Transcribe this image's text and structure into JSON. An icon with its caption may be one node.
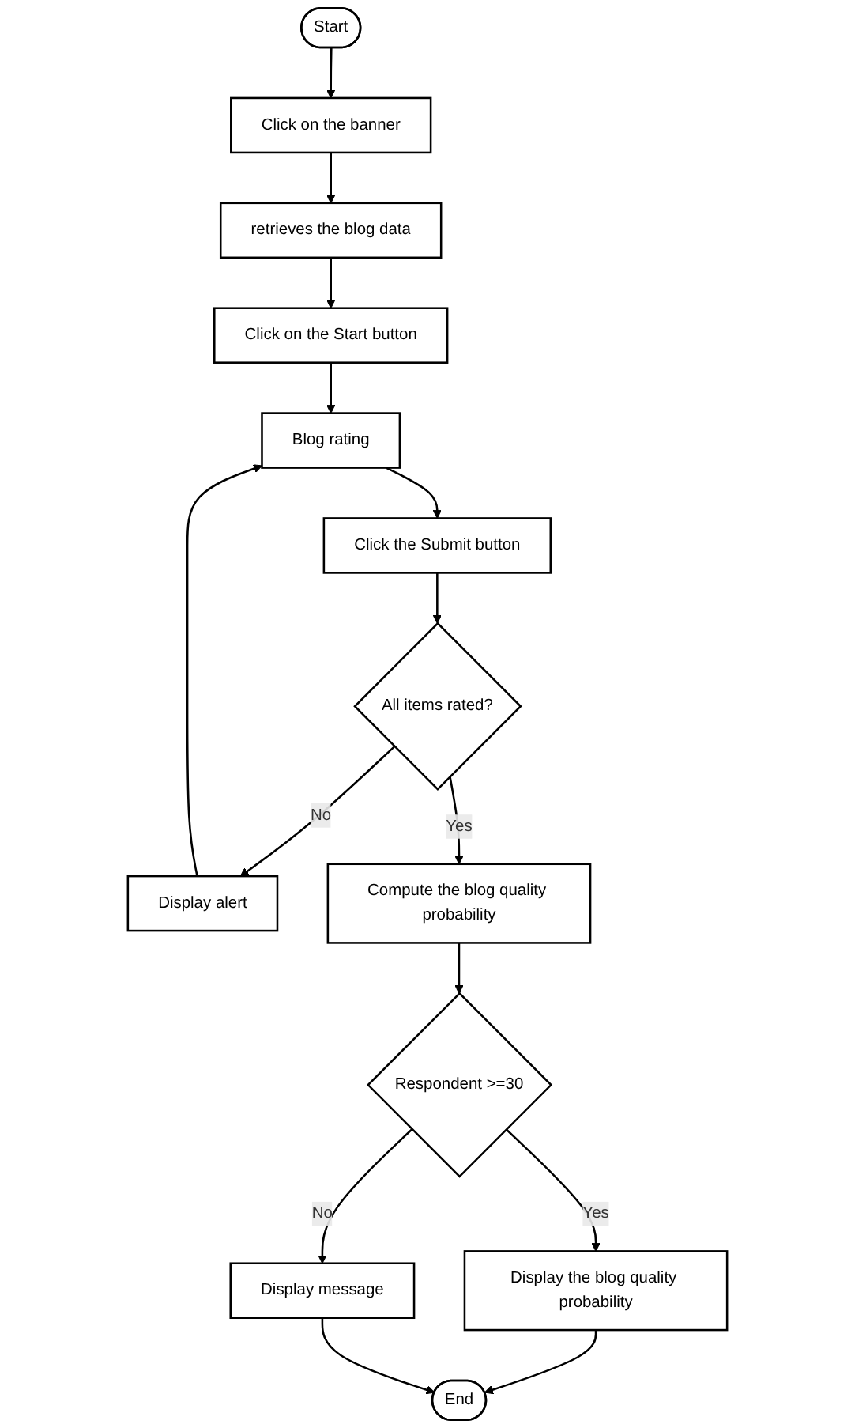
{
  "diagram": {
    "nodes": [
      {
        "text": [
          "Start"
        ]
      },
      {
        "text": [
          "Click on the banner"
        ]
      },
      {
        "text": [
          "retrieves the blog data"
        ]
      },
      {
        "text": [
          "Click on the Start button"
        ]
      },
      {
        "text": [
          "Blog rating"
        ]
      },
      {
        "text": [
          "Click the Submit button"
        ]
      },
      {
        "text": [
          "All items rated?"
        ]
      },
      {
        "text": [
          "Display alert"
        ]
      },
      {
        "text": [
          "Compute the blog quality probability"
        ]
      },
      {
        "text": [
          "Respondent >=30"
        ]
      },
      {
        "text": [
          "Display message"
        ]
      },
      {
        "text": [
          "Display the blog quality probability"
        ]
      },
      {
        "text": [
          "End"
        ]
      }
    ],
    "edges": [
      {
        "from": 0,
        "to": 1,
        "arrow": "to"
      },
      {
        "from": 1,
        "to": 2,
        "arrow": "to"
      },
      {
        "from": 2,
        "to": 3,
        "arrow": "to"
      },
      {
        "from": 3,
        "to": 4,
        "arrow": "to"
      },
      {
        "from": 4,
        "to": 5,
        "arrow": "to"
      },
      {
        "from": 5,
        "to": 6,
        "arrow": "to"
      },
      {
        "from": 6,
        "to": 7,
        "arrow": "to",
        "label": "No"
      },
      {
        "from": 7,
        "to": 4,
        "arrow": "to"
      },
      {
        "from": 6,
        "to": 8,
        "arrow": "to",
        "label": "Yes"
      },
      {
        "from": 8,
        "to": 9,
        "arrow": "to"
      },
      {
        "from": 9,
        "to": 10,
        "arrow": "to",
        "label": "No"
      },
      {
        "from": 9,
        "to": 11,
        "arrow": "to",
        "label": "Yes"
      },
      {
        "from": 11,
        "to": 12,
        "arrow": "to"
      },
      {
        "from": 10,
        "to": 12,
        "arrow": "to"
      }
    ]
  }
}
